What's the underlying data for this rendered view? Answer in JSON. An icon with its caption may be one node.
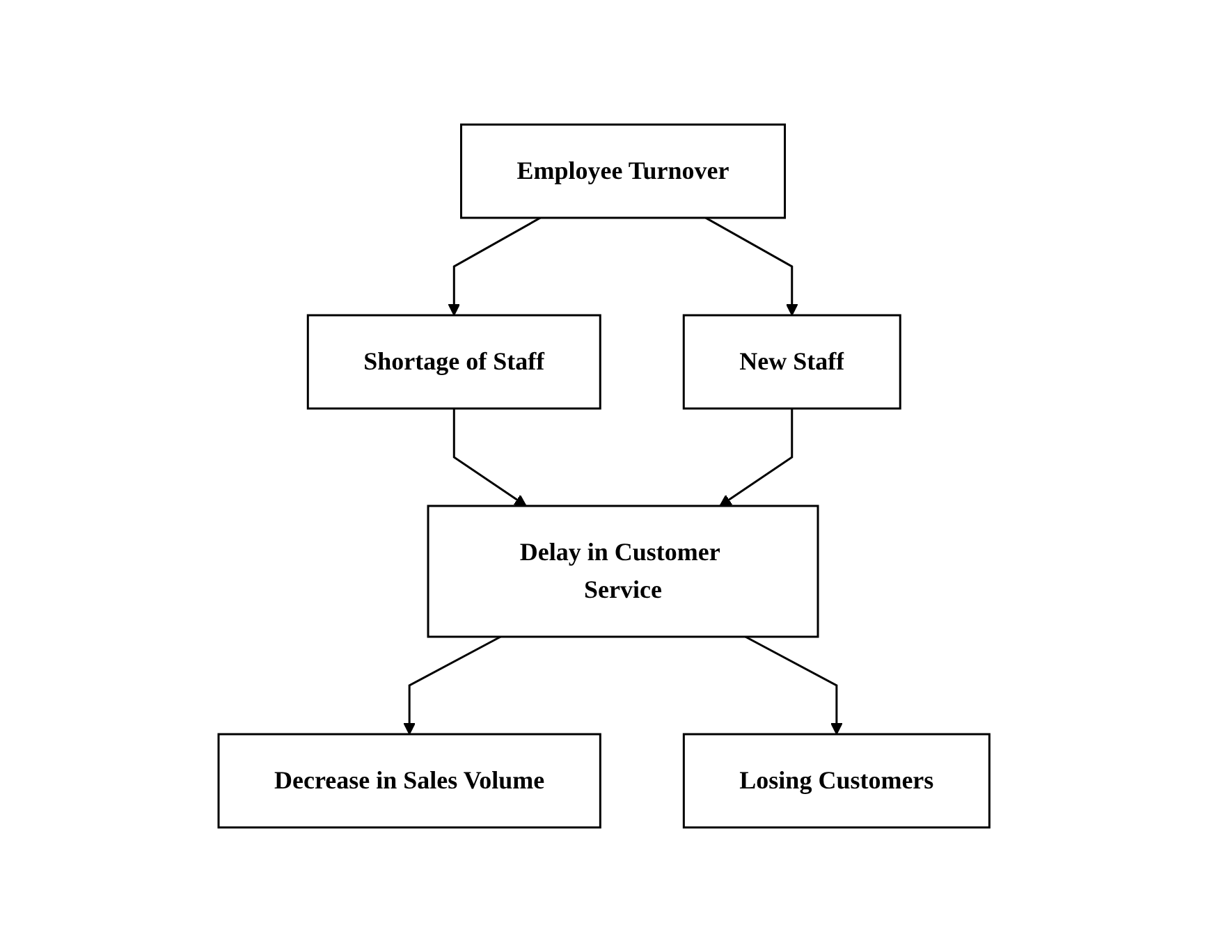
{
  "diagram": {
    "nodes": [
      {
        "text": [
          "Employee Turnover"
        ]
      },
      {
        "text": [
          "Shortage of Staff"
        ]
      },
      {
        "text": [
          "New Staff"
        ]
      },
      {
        "text": [
          "Delay in Customer Service"
        ]
      },
      {
        "text": [
          "Decrease in Sales Volume"
        ]
      },
      {
        "text": [
          "Losing Customers"
        ]
      }
    ],
    "edges": [
      {
        "from": 0,
        "to": 1,
        "arrow": "to"
      },
      {
        "from": 0,
        "to": 2,
        "arrow": "to"
      },
      {
        "from": 1,
        "to": 3,
        "arrow": "to"
      },
      {
        "from": 2,
        "to": 3,
        "arrow": "to"
      },
      {
        "from": 3,
        "to": 4,
        "arrow": "to"
      },
      {
        "from": 3,
        "to": 5,
        "arrow": "to"
      }
    ]
  }
}
